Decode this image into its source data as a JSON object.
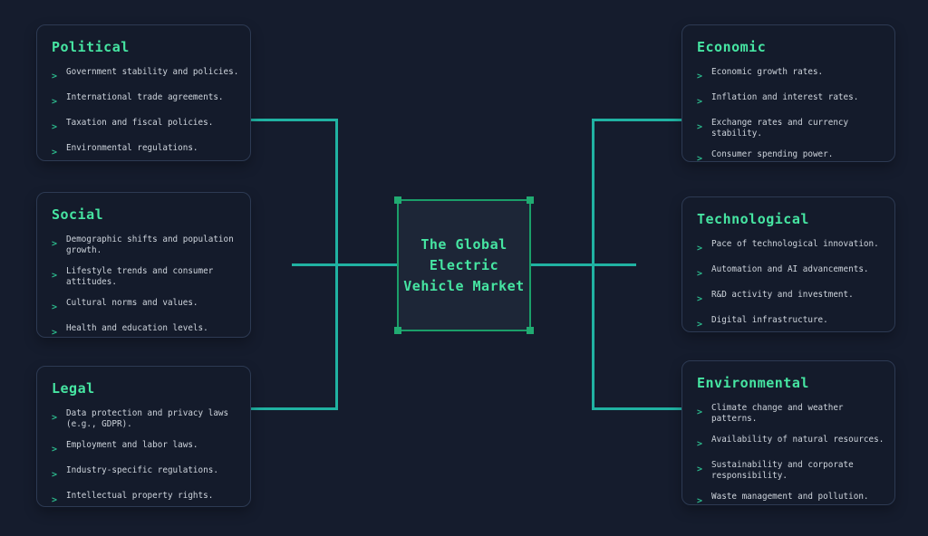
{
  "diagram": {
    "center_node": {
      "title": "The Global\nElectric\nVehicle Market"
    },
    "bullet_glyph": ">",
    "categories": [
      {
        "title": "Political",
        "items": [
          "Government stability and policies.",
          "International trade agreements.",
          "Taxation and fiscal policies.",
          "Environmental regulations."
        ]
      },
      {
        "title": "Social",
        "items": [
          "Demographic shifts and population growth.",
          "Lifestyle trends and consumer attitudes.",
          "Cultural norms and values.",
          "Health and education levels."
        ]
      },
      {
        "title": "Legal",
        "items": [
          "Data protection and privacy laws (e.g., GDPR).",
          "Employment and labor laws.",
          "Industry-specific regulations.",
          "Intellectual property rights."
        ]
      },
      {
        "title": "Economic",
        "items": [
          "Economic growth rates.",
          "Inflation and interest rates.",
          "Exchange rates and currency stability.",
          "Consumer spending power."
        ]
      },
      {
        "title": "Technological",
        "items": [
          "Pace of technological innovation.",
          "Automation and AI advancements.",
          "R&D activity and investment.",
          "Digital infrastructure."
        ]
      },
      {
        "title": "Environmental",
        "items": [
          "Climate change and weather patterns.",
          "Availability of natural resources.",
          "Sustainability and corporate responsibility.",
          "Waste management and pollution."
        ]
      }
    ],
    "colors": {
      "background": "#151c2d",
      "node_background": "#141b2b",
      "node_border": "#2d3a53",
      "accent_green": "#46e5a2",
      "connector_teal": "#20b2a2",
      "body_text": "#ced4dc",
      "center_border": "#1b9e69"
    }
  }
}
